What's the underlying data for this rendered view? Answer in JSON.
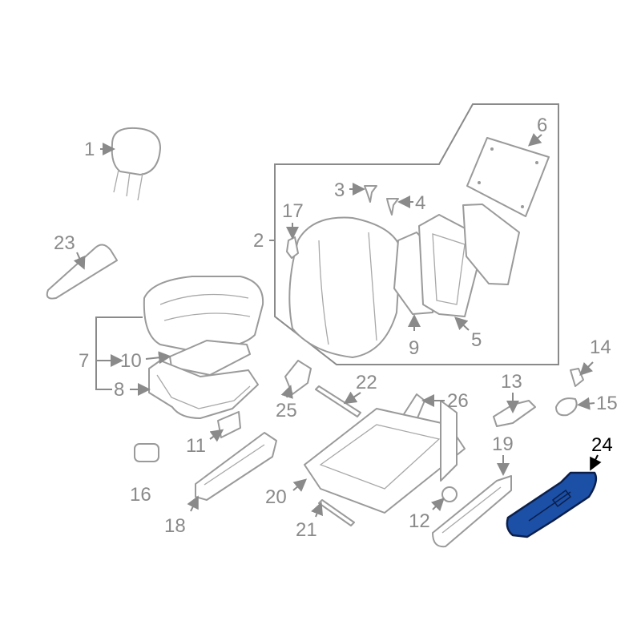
{
  "diagram": {
    "title": "Seat assembly parts diagram",
    "highlighted_part": "24",
    "colors": {
      "line": "#9a9a9a",
      "label": "#8a8a8a",
      "highlight_fill": "#1c4fa6",
      "highlight_stroke": "#0b1f4a",
      "highlight_label": "#000000"
    },
    "callouts": [
      "1",
      "2",
      "3",
      "4",
      "5",
      "6",
      "7",
      "8",
      "9",
      "10",
      "11",
      "12",
      "13",
      "14",
      "15",
      "16",
      "17",
      "18",
      "19",
      "20",
      "21",
      "22",
      "23",
      "24",
      "25",
      "26"
    ]
  }
}
